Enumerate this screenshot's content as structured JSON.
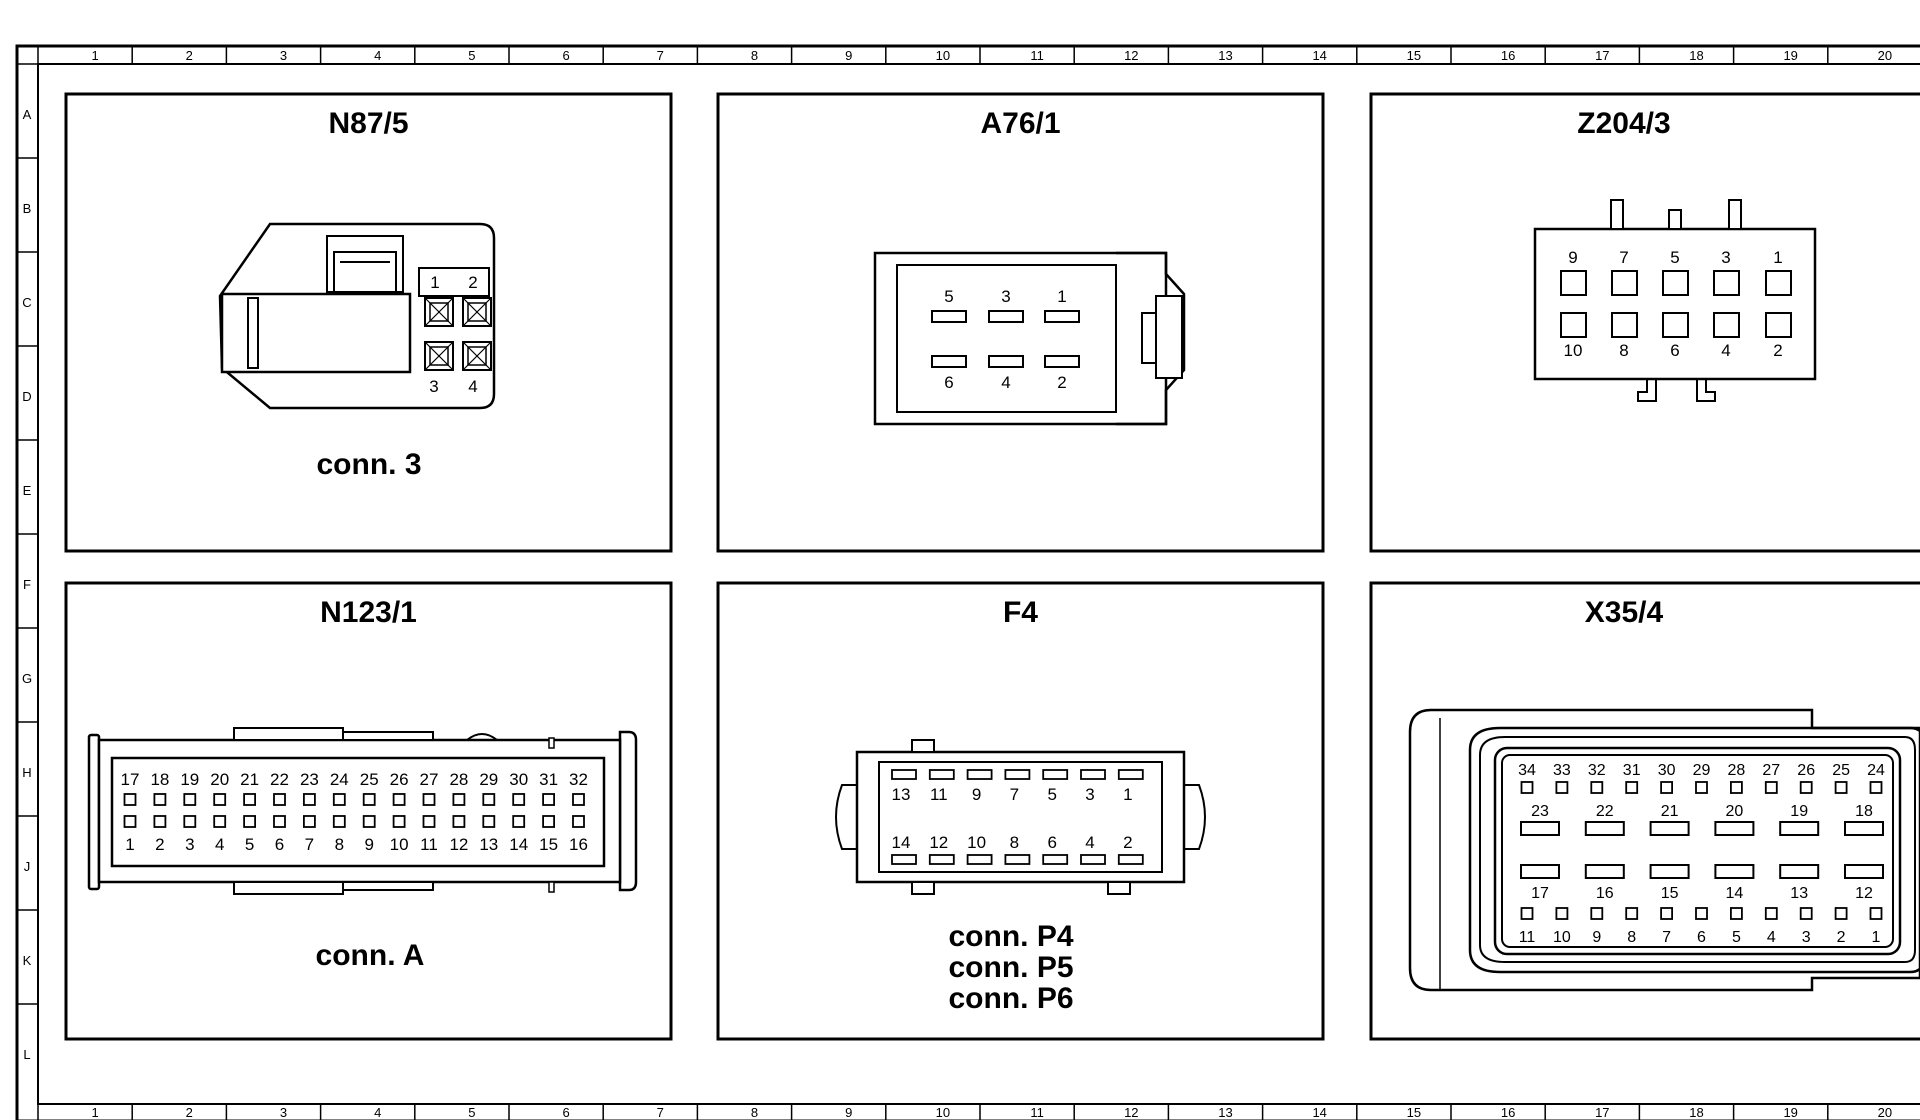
{
  "frame": {
    "columns": [
      "1",
      "2",
      "3",
      "4",
      "5",
      "6",
      "7",
      "8",
      "9",
      "10",
      "11",
      "12",
      "13",
      "14",
      "15",
      "16",
      "17",
      "18",
      "19",
      "20"
    ],
    "rows": [
      "A",
      "B",
      "C",
      "D",
      "E",
      "F",
      "G",
      "H",
      "J",
      "K",
      "L"
    ]
  },
  "panels": [
    {
      "id": "n87",
      "title": "N87/5",
      "conn": [
        "conn. 3"
      ],
      "pins": [
        "1",
        "2",
        "3",
        "4"
      ]
    },
    {
      "id": "a76",
      "title": "A76/1",
      "conn": [],
      "pins_top": [
        "5",
        "3",
        "1"
      ],
      "pins_bottom": [
        "6",
        "4",
        "2"
      ]
    },
    {
      "id": "z204",
      "title": "Z204/3",
      "conn": [],
      "pins_top": [
        "9",
        "7",
        "5",
        "3",
        "1"
      ],
      "pins_bottom": [
        "10",
        "8",
        "6",
        "4",
        "2"
      ]
    },
    {
      "id": "n123",
      "title": "N123/1",
      "conn": [
        "conn. A"
      ],
      "pins_top": [
        "17",
        "18",
        "19",
        "20",
        "21",
        "22",
        "23",
        "24",
        "25",
        "26",
        "27",
        "28",
        "29",
        "30",
        "31",
        "32"
      ],
      "pins_bottom": [
        "1",
        "2",
        "3",
        "4",
        "5",
        "6",
        "7",
        "8",
        "9",
        "10",
        "11",
        "12",
        "13",
        "14",
        "15",
        "16"
      ]
    },
    {
      "id": "f4",
      "title": "F4",
      "conn": [
        "conn. P4",
        "conn. P5",
        "conn. P6"
      ],
      "pins_top": [
        "13",
        "11",
        "9",
        "7",
        "5",
        "3",
        "1"
      ],
      "pins_bottom": [
        "14",
        "12",
        "10",
        "8",
        "6",
        "4",
        "2"
      ]
    },
    {
      "id": "x35",
      "title": "X35/4",
      "conn": [],
      "pins_r1": [
        "34",
        "33",
        "32",
        "31",
        "30",
        "29",
        "28",
        "27",
        "26",
        "25",
        "24"
      ],
      "pins_r2": [
        "23",
        "22",
        "21",
        "20",
        "19",
        "18"
      ],
      "pins_r3": [
        "17",
        "16",
        "15",
        "14",
        "13",
        "12"
      ],
      "pins_r4": [
        "11",
        "10",
        "9",
        "8",
        "7",
        "6",
        "5",
        "4",
        "3",
        "2",
        "1"
      ]
    }
  ]
}
